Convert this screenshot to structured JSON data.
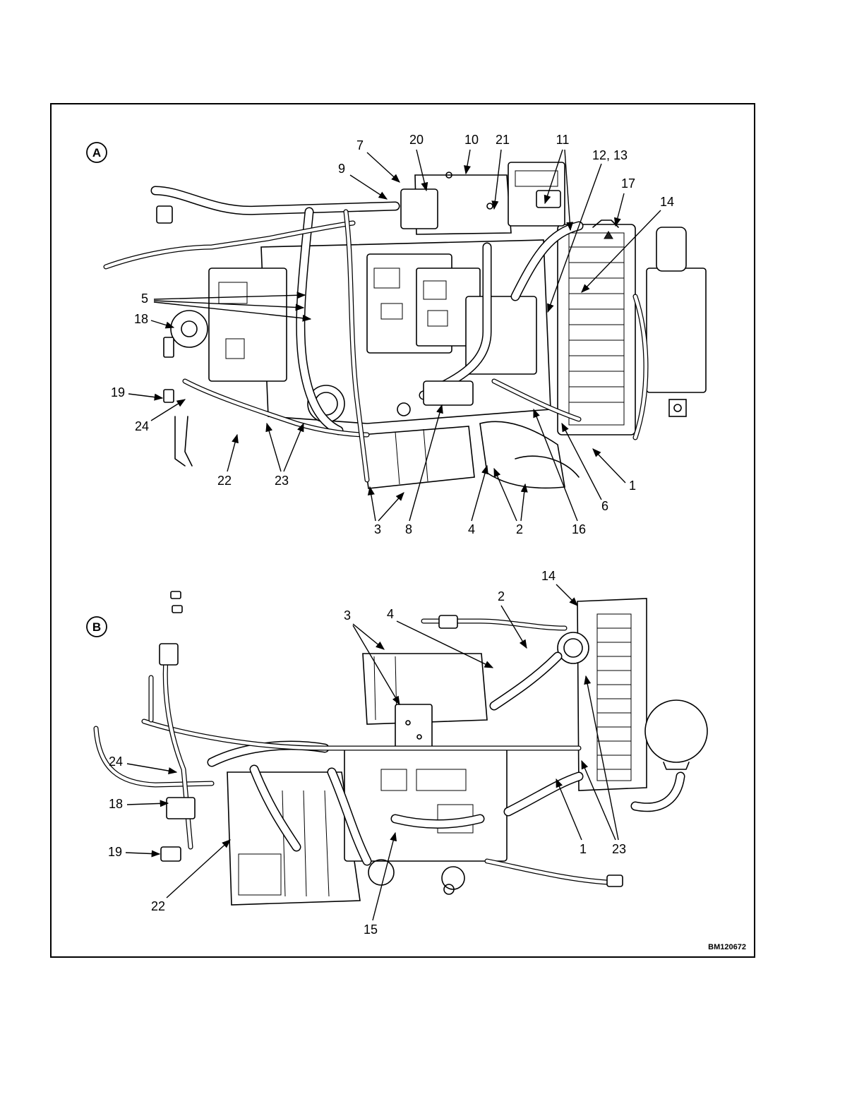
{
  "figure": {
    "id_label": "BM120672"
  },
  "views": [
    {
      "letter": "A",
      "callouts": [
        "7",
        "20",
        "10",
        "21",
        "11",
        "12, 13",
        "9",
        "17",
        "14",
        "5",
        "18",
        "19",
        "24",
        "22",
        "23",
        "3",
        "8",
        "4",
        "2",
        "16",
        "6",
        "1"
      ]
    },
    {
      "letter": "B",
      "callouts": [
        "14",
        "2",
        "3",
        "4",
        "24",
        "18",
        "19",
        "22",
        "15",
        "1",
        "23"
      ]
    }
  ]
}
